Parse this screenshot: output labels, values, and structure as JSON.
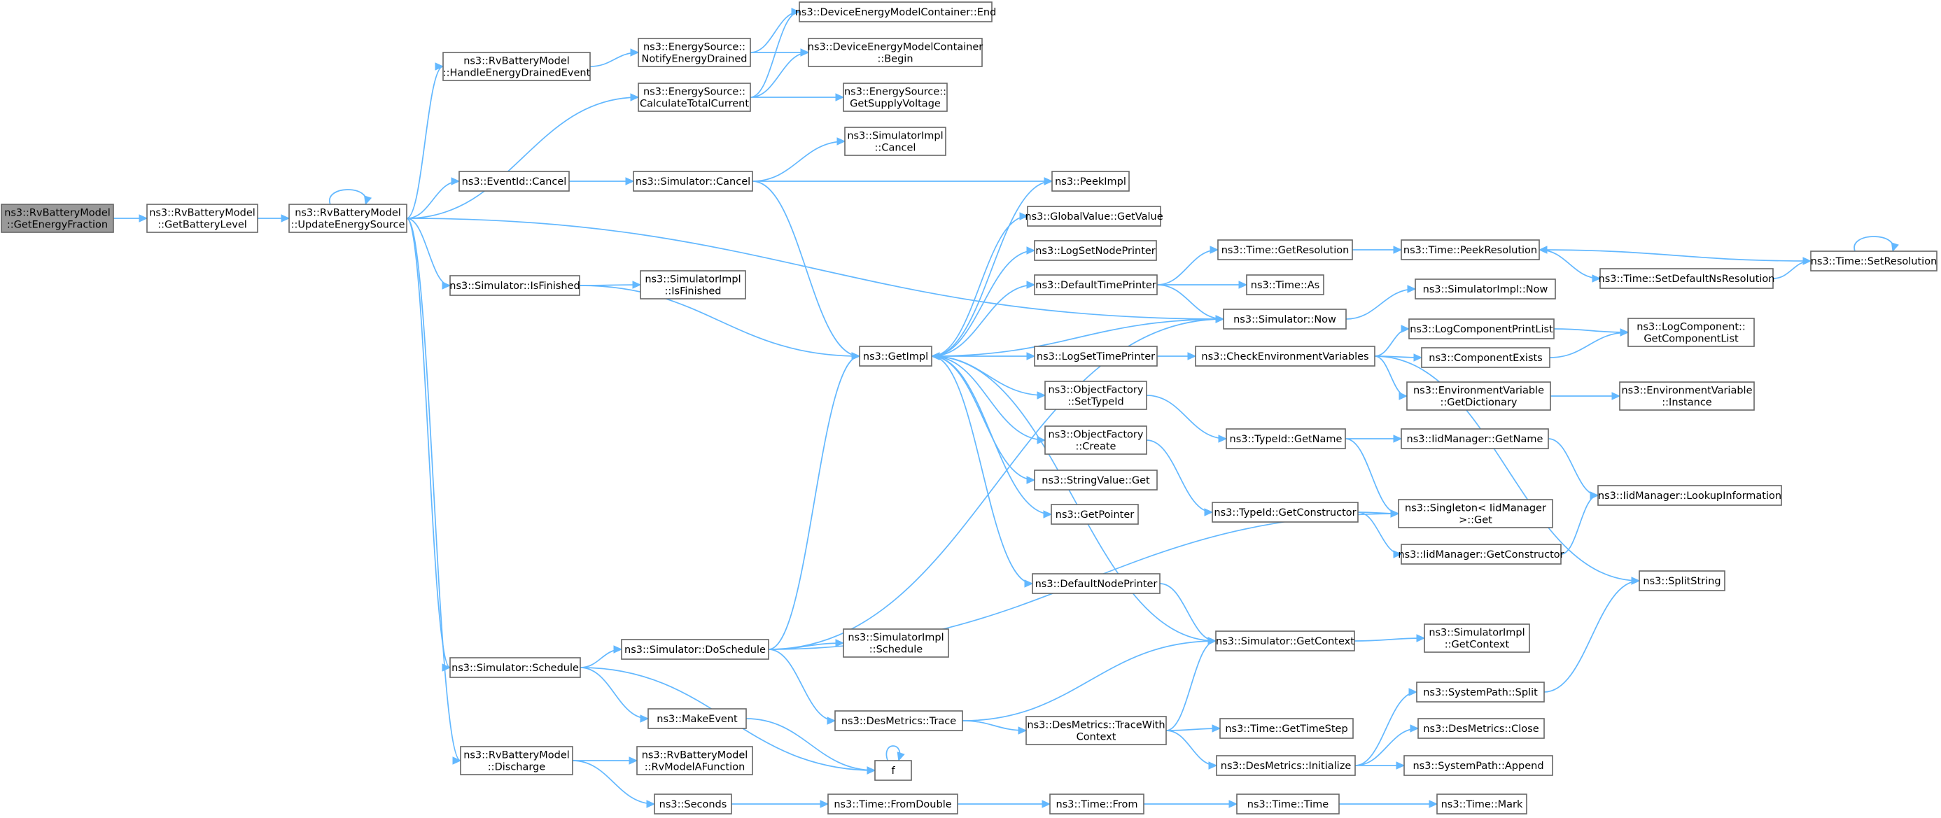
{
  "graph": {
    "nodes": [
      {
        "id": "root",
        "lines": [
          "ns3::RvBatteryModel",
          "::GetEnergyFraction"
        ],
        "root": true
      },
      {
        "id": "getBatteryLevel",
        "lines": [
          "ns3::RvBatteryModel",
          "::GetBatteryLevel"
        ]
      },
      {
        "id": "updateEnergySource",
        "lines": [
          "ns3::RvBatteryModel",
          "::UpdateEnergySource"
        ]
      },
      {
        "id": "handleEnergyDrained",
        "lines": [
          "ns3::RvBatteryModel",
          "::HandleEnergyDrainedEvent"
        ]
      },
      {
        "id": "notifyEnergyDrained",
        "lines": [
          "ns3::EnergySource::",
          "NotifyEnergyDrained"
        ]
      },
      {
        "id": "calcTotalCurrent",
        "lines": [
          "ns3::EnergySource::",
          "CalculateTotalCurrent"
        ]
      },
      {
        "id": "demcEnd",
        "lines": [
          "ns3::DeviceEnergyModelContainer::End"
        ]
      },
      {
        "id": "demcBegin",
        "lines": [
          "ns3::DeviceEnergyModelContainer",
          "::Begin"
        ]
      },
      {
        "id": "getSupplyVoltage",
        "lines": [
          "ns3::EnergySource::",
          "GetSupplyVoltage"
        ]
      },
      {
        "id": "eventIdCancel",
        "lines": [
          "ns3::EventId::Cancel"
        ]
      },
      {
        "id": "simCancel",
        "lines": [
          "ns3::Simulator::Cancel"
        ]
      },
      {
        "id": "simImplCancel",
        "lines": [
          "ns3::SimulatorImpl",
          "::Cancel"
        ]
      },
      {
        "id": "peekImpl",
        "lines": [
          "ns3::PeekImpl"
        ]
      },
      {
        "id": "globalValueGet",
        "lines": [
          "ns3::GlobalValue::GetValue"
        ]
      },
      {
        "id": "logSetNodePrinter",
        "lines": [
          "ns3::LogSetNodePrinter"
        ]
      },
      {
        "id": "defaultTimePrinter",
        "lines": [
          "ns3::DefaultTimePrinter"
        ]
      },
      {
        "id": "simIsFinished",
        "lines": [
          "ns3::Simulator::IsFinished"
        ]
      },
      {
        "id": "simImplIsFinished",
        "lines": [
          "ns3::SimulatorImpl",
          "::IsFinished"
        ]
      },
      {
        "id": "getImpl",
        "lines": [
          "ns3::GetImpl"
        ]
      },
      {
        "id": "logSetTimePrinter",
        "lines": [
          "ns3::LogSetTimePrinter"
        ]
      },
      {
        "id": "ofSetTypeId",
        "lines": [
          "ns3::ObjectFactory",
          "::SetTypeId"
        ]
      },
      {
        "id": "ofCreate",
        "lines": [
          "ns3::ObjectFactory",
          "::Create"
        ]
      },
      {
        "id": "stringValueGet",
        "lines": [
          "ns3::StringValue::Get"
        ]
      },
      {
        "id": "getPointer",
        "lines": [
          "ns3::GetPointer"
        ]
      },
      {
        "id": "defaultNodePrinter",
        "lines": [
          "ns3::DefaultNodePrinter"
        ]
      },
      {
        "id": "timeGetResolution",
        "lines": [
          "ns3::Time::GetResolution"
        ]
      },
      {
        "id": "timeAs",
        "lines": [
          "ns3::Time::As"
        ]
      },
      {
        "id": "simNow",
        "lines": [
          "ns3::Simulator::Now"
        ]
      },
      {
        "id": "checkEnvVars",
        "lines": [
          "ns3::CheckEnvironmentVariables"
        ]
      },
      {
        "id": "typeIdGetName",
        "lines": [
          "ns3::TypeId::GetName"
        ]
      },
      {
        "id": "typeIdGetConstructor",
        "lines": [
          "ns3::TypeId::GetConstructor"
        ]
      },
      {
        "id": "simGetContext",
        "lines": [
          "ns3::Simulator::GetContext"
        ]
      },
      {
        "id": "timePeekResolution",
        "lines": [
          "ns3::Time::PeekResolution"
        ]
      },
      {
        "id": "simImplNow",
        "lines": [
          "ns3::SimulatorImpl::Now"
        ]
      },
      {
        "id": "logComponentPrintList",
        "lines": [
          "ns3::LogComponentPrintList"
        ]
      },
      {
        "id": "componentExists",
        "lines": [
          "ns3::ComponentExists"
        ]
      },
      {
        "id": "envVarGetDict",
        "lines": [
          "ns3::EnvironmentVariable",
          "::GetDictionary"
        ]
      },
      {
        "id": "iidGetName",
        "lines": [
          "ns3::IidManager::GetName"
        ]
      },
      {
        "id": "singletonGet",
        "lines": [
          "ns3::Singleton< IidManager",
          ">::Get"
        ]
      },
      {
        "id": "iidGetConstructor",
        "lines": [
          "ns3::IidManager::GetConstructor"
        ]
      },
      {
        "id": "simImplGetContext",
        "lines": [
          "ns3::SimulatorImpl",
          "::GetContext"
        ]
      },
      {
        "id": "timeSetDefaultNs",
        "lines": [
          "ns3::Time::SetDefaultNsResolution"
        ]
      },
      {
        "id": "timeSetResolution",
        "lines": [
          "ns3::Time::SetResolution"
        ]
      },
      {
        "id": "lcGetComponentList",
        "lines": [
          "ns3::LogComponent::",
          "GetComponentList"
        ]
      },
      {
        "id": "envVarInstance",
        "lines": [
          "ns3::EnvironmentVariable",
          "::Instance"
        ]
      },
      {
        "id": "iidLookupInfo",
        "lines": [
          "ns3::IidManager::LookupInformation"
        ]
      },
      {
        "id": "splitString",
        "lines": [
          "ns3::SplitString"
        ]
      },
      {
        "id": "simSchedule",
        "lines": [
          "ns3::Simulator::Schedule"
        ]
      },
      {
        "id": "simDoSchedule",
        "lines": [
          "ns3::Simulator::DoSchedule"
        ]
      },
      {
        "id": "simImplSchedule",
        "lines": [
          "ns3::SimulatorImpl",
          "::Schedule"
        ]
      },
      {
        "id": "makeEvent",
        "lines": [
          "ns3::MakeEvent"
        ]
      },
      {
        "id": "desMetricsTrace",
        "lines": [
          "ns3::DesMetrics::Trace"
        ]
      },
      {
        "id": "desMetricsTraceWithContext",
        "lines": [
          "ns3::DesMetrics::TraceWith",
          "Context"
        ]
      },
      {
        "id": "f",
        "lines": [
          "f"
        ]
      },
      {
        "id": "discharge",
        "lines": [
          "ns3::RvBatteryModel",
          "::Discharge"
        ]
      },
      {
        "id": "rvModelAFunction",
        "lines": [
          "ns3::RvBatteryModel",
          "::RvModelAFunction"
        ]
      },
      {
        "id": "seconds",
        "lines": [
          "ns3::Seconds"
        ]
      },
      {
        "id": "timeFromDouble",
        "lines": [
          "ns3::Time::FromDouble"
        ]
      },
      {
        "id": "timeFrom",
        "lines": [
          "ns3::Time::From"
        ]
      },
      {
        "id": "timeTime",
        "lines": [
          "ns3::Time::Time"
        ]
      },
      {
        "id": "timeMark",
        "lines": [
          "ns3::Time::Mark"
        ]
      },
      {
        "id": "timeGetTimeStep",
        "lines": [
          "ns3::Time::GetTimeStep"
        ]
      },
      {
        "id": "desMetricsInitialize",
        "lines": [
          "ns3::DesMetrics::Initialize"
        ]
      },
      {
        "id": "systemPathSplit",
        "lines": [
          "ns3::SystemPath::Split"
        ]
      },
      {
        "id": "desMetricsClose",
        "lines": [
          "ns3::DesMetrics::Close"
        ]
      },
      {
        "id": "systemPathAppend",
        "lines": [
          "ns3::SystemPath::Append"
        ]
      }
    ],
    "edges": [
      [
        "root",
        "getBatteryLevel"
      ],
      [
        "getBatteryLevel",
        "updateEnergySource"
      ],
      [
        "updateEnergySource",
        "updateEnergySource"
      ],
      [
        "updateEnergySource",
        "handleEnergyDrained"
      ],
      [
        "updateEnergySource",
        "calcTotalCurrent"
      ],
      [
        "updateEnergySource",
        "eventIdCancel"
      ],
      [
        "updateEnergySource",
        "simIsFinished"
      ],
      [
        "updateEnergySource",
        "simSchedule"
      ],
      [
        "updateEnergySource",
        "discharge"
      ],
      [
        "updateEnergySource",
        "simNow"
      ],
      [
        "handleEnergyDrained",
        "notifyEnergyDrained"
      ],
      [
        "notifyEnergyDrained",
        "demcEnd"
      ],
      [
        "notifyEnergyDrained",
        "demcBegin"
      ],
      [
        "calcTotalCurrent",
        "demcEnd"
      ],
      [
        "calcTotalCurrent",
        "demcBegin"
      ],
      [
        "calcTotalCurrent",
        "getSupplyVoltage"
      ],
      [
        "eventIdCancel",
        "simCancel"
      ],
      [
        "simCancel",
        "simImplCancel"
      ],
      [
        "simCancel",
        "peekImpl"
      ],
      [
        "simCancel",
        "getImpl"
      ],
      [
        "simIsFinished",
        "simImplIsFinished"
      ],
      [
        "simIsFinished",
        "getImpl"
      ],
      [
        "getImpl",
        "peekImpl"
      ],
      [
        "getImpl",
        "globalValueGet"
      ],
      [
        "getImpl",
        "logSetNodePrinter"
      ],
      [
        "getImpl",
        "defaultTimePrinter"
      ],
      [
        "getImpl",
        "logSetTimePrinter"
      ],
      [
        "getImpl",
        "ofSetTypeId"
      ],
      [
        "getImpl",
        "ofCreate"
      ],
      [
        "getImpl",
        "stringValueGet"
      ],
      [
        "getImpl",
        "getPointer"
      ],
      [
        "getImpl",
        "defaultNodePrinter"
      ],
      [
        "defaultTimePrinter",
        "timeGetResolution"
      ],
      [
        "defaultTimePrinter",
        "timeAs"
      ],
      [
        "defaultTimePrinter",
        "simNow"
      ],
      [
        "timeGetResolution",
        "timePeekResolution"
      ],
      [
        "timePeekResolution",
        "timeSetDefaultNs"
      ],
      [
        "timeSetDefaultNs",
        "timeSetResolution"
      ],
      [
        "timeSetResolution",
        "timePeekResolution"
      ],
      [
        "timeSetResolution",
        "timeSetResolution"
      ],
      [
        "simNow",
        "simImplNow"
      ],
      [
        "simNow",
        "getImpl"
      ],
      [
        "logSetTimePrinter",
        "checkEnvVars"
      ],
      [
        "checkEnvVars",
        "logComponentPrintList"
      ],
      [
        "checkEnvVars",
        "componentExists"
      ],
      [
        "checkEnvVars",
        "envVarGetDict"
      ],
      [
        "checkEnvVars",
        "splitString"
      ],
      [
        "logComponentPrintList",
        "lcGetComponentList"
      ],
      [
        "componentExists",
        "lcGetComponentList"
      ],
      [
        "envVarGetDict",
        "envVarInstance"
      ],
      [
        "ofSetTypeId",
        "typeIdGetName"
      ],
      [
        "ofCreate",
        "typeIdGetConstructor"
      ],
      [
        "typeIdGetName",
        "iidGetName"
      ],
      [
        "typeIdGetName",
        "singletonGet"
      ],
      [
        "iidGetName",
        "iidLookupInfo"
      ],
      [
        "typeIdGetConstructor",
        "singletonGet"
      ],
      [
        "typeIdGetConstructor",
        "iidGetConstructor"
      ],
      [
        "iidGetConstructor",
        "iidLookupInfo"
      ],
      [
        "defaultNodePrinter",
        "simGetContext"
      ],
      [
        "simGetContext",
        "getImpl"
      ],
      [
        "simGetContext",
        "simImplGetContext"
      ],
      [
        "simSchedule",
        "simDoSchedule"
      ],
      [
        "simSchedule",
        "makeEvent"
      ],
      [
        "simSchedule",
        "f"
      ],
      [
        "simDoSchedule",
        "getImpl"
      ],
      [
        "simDoSchedule",
        "simNow"
      ],
      [
        "simDoSchedule",
        "simImplSchedule"
      ],
      [
        "simDoSchedule",
        "desMetricsTrace"
      ],
      [
        "simDoSchedule",
        "singletonGet"
      ],
      [
        "makeEvent",
        "f"
      ],
      [
        "f",
        "f"
      ],
      [
        "desMetricsTrace",
        "desMetricsTraceWithContext"
      ],
      [
        "desMetricsTrace",
        "simGetContext"
      ],
      [
        "desMetricsTraceWithContext",
        "simGetContext"
      ],
      [
        "desMetricsTraceWithContext",
        "timeGetTimeStep"
      ],
      [
        "desMetricsTraceWithContext",
        "desMetricsInitialize"
      ],
      [
        "desMetricsInitialize",
        "systemPathSplit"
      ],
      [
        "desMetricsInitialize",
        "desMetricsClose"
      ],
      [
        "desMetricsInitialize",
        "systemPathAppend"
      ],
      [
        "systemPathSplit",
        "splitString"
      ],
      [
        "discharge",
        "rvModelAFunction"
      ],
      [
        "discharge",
        "seconds"
      ],
      [
        "seconds",
        "timeFromDouble"
      ],
      [
        "timeFromDouble",
        "timeFrom"
      ],
      [
        "timeFrom",
        "timeTime"
      ],
      [
        "timeTime",
        "timeMark"
      ]
    ]
  }
}
